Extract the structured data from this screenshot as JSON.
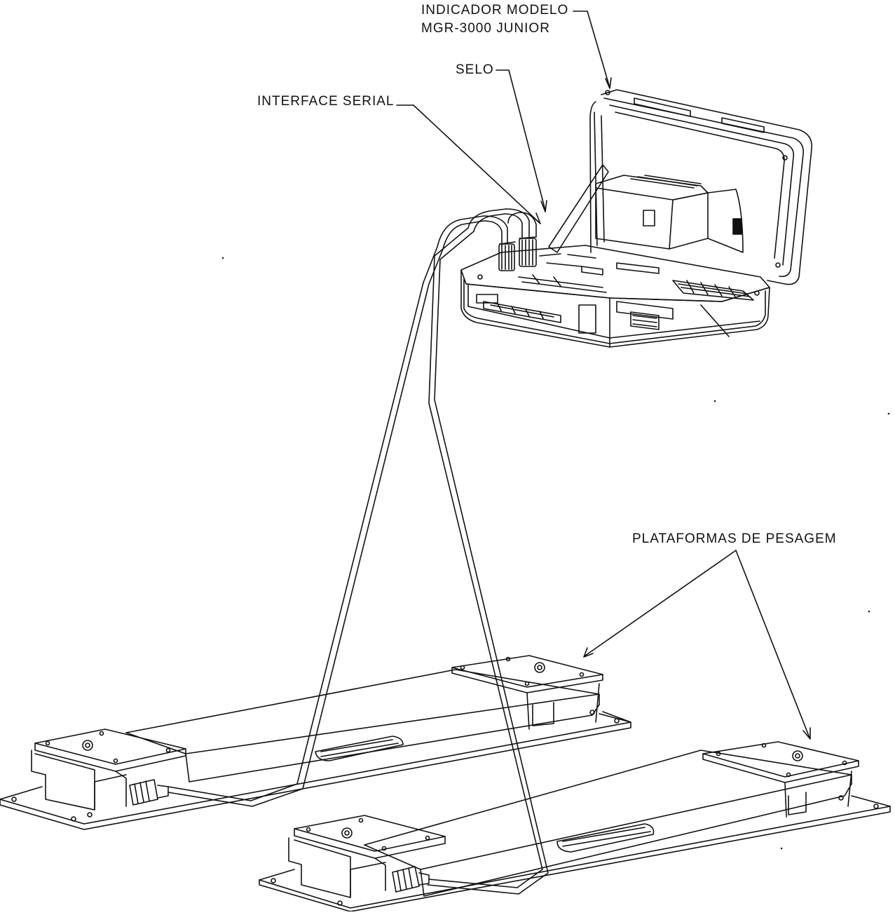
{
  "labels": {
    "indicator_line1": "INDICADOR MODELO",
    "indicator_line2": "MGR-3000 JUNIOR",
    "seal": "SELO",
    "serial_interface": "INTERFACE SERIAL",
    "platforms": "PLATAFORMAS DE PESAGEM"
  },
  "colors": {
    "ink": "#111111",
    "paper": "#ffffff"
  }
}
